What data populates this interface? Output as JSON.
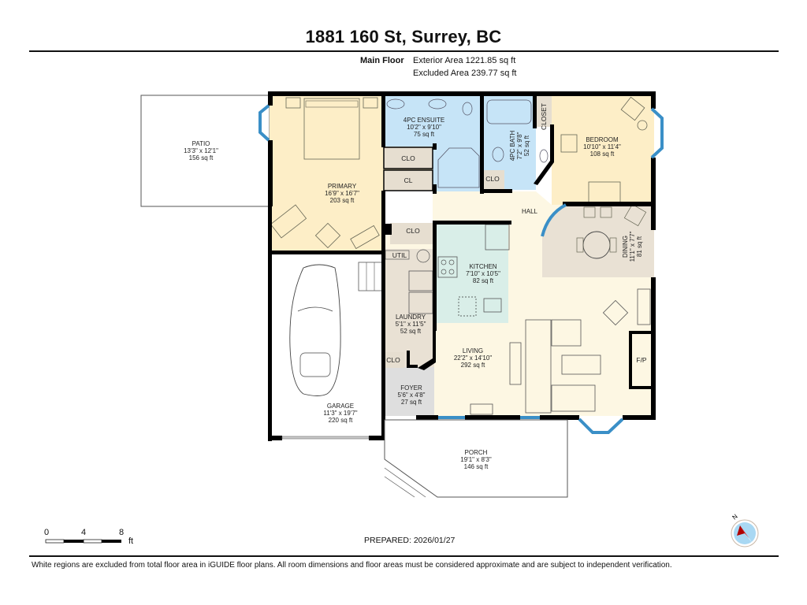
{
  "header": {
    "title": "1881 160 St, Surrey, BC",
    "floor_label": "Main Floor",
    "exterior_area": "Exterior Area 1221.85 sq ft",
    "excluded_area": "Excluded Area 239.77 sq ft"
  },
  "rooms": [
    {
      "name": "PATIO",
      "dims": "13'3\" x 12'1\"",
      "area": "156 sq ft",
      "color": "#ffffff"
    },
    {
      "name": "PRIMARY",
      "dims": "16'9\" x 16'7\"",
      "area": "203 sq ft",
      "color": "#fdeec7"
    },
    {
      "name": "4PC ENSUITE",
      "dims": "10'2\" x 9'10\"",
      "area": "75 sq ft",
      "color": "#c6e4f7"
    },
    {
      "name": "4PC BATH",
      "dims": "7'2\" x 9'8\"",
      "area": "52 sq ft",
      "color": "#c6e4f7"
    },
    {
      "name": "BEDROOM",
      "dims": "10'10\" x 11'4\"",
      "area": "108 sq ft",
      "color": "#fdeec7"
    },
    {
      "name": "HALL",
      "color": "#fdf7e3"
    },
    {
      "name": "DINING",
      "dims": "11'1\" x 7'7\"",
      "area": "81 sq ft",
      "color": "#e9e1d4"
    },
    {
      "name": "KITCHEN",
      "dims": "7'10\" x 10'5\"",
      "area": "82 sq ft",
      "color": "#d9eee8"
    },
    {
      "name": "LAUNDRY",
      "dims": "5'1\" x 11'5\"",
      "area": "52 sq ft",
      "color": "#e9e1d4"
    },
    {
      "name": "LIVING",
      "dims": "22'2\" x 14'10\"",
      "area": "292 sq ft",
      "color": "#fdf7e3"
    },
    {
      "name": "FOYER",
      "dims": "5'6\" x 4'8\"",
      "area": "27 sq ft",
      "color": "#dedede"
    },
    {
      "name": "GARAGE",
      "dims": "11'3\" x 19'7\"",
      "area": "220 sq ft",
      "color": "#ffffff"
    },
    {
      "name": "PORCH",
      "dims": "19'1\" x 8'3\"",
      "area": "146 sq ft",
      "color": "#ffffff"
    }
  ],
  "closets": [
    "CLO",
    "CL",
    "CLO",
    "CLO",
    "CLO",
    "CLOSET",
    "UTIL",
    "F/P"
  ],
  "scale": {
    "ticks": [
      "0",
      "4",
      "8"
    ],
    "unit": "ft"
  },
  "compass": {
    "label": "N"
  },
  "prepared": "PREPARED: 2026/01/27",
  "disclaimer": "White regions are excluded from total floor area in iGUIDE floor plans. All room dimensions and floor areas must be considered approximate and are subject to independent verification.",
  "colors": {
    "wall": "#000000",
    "window": "#3a8fc7",
    "warm": "#fdeec7",
    "bath": "#c6e4f7",
    "closet": "#e6ded0"
  }
}
